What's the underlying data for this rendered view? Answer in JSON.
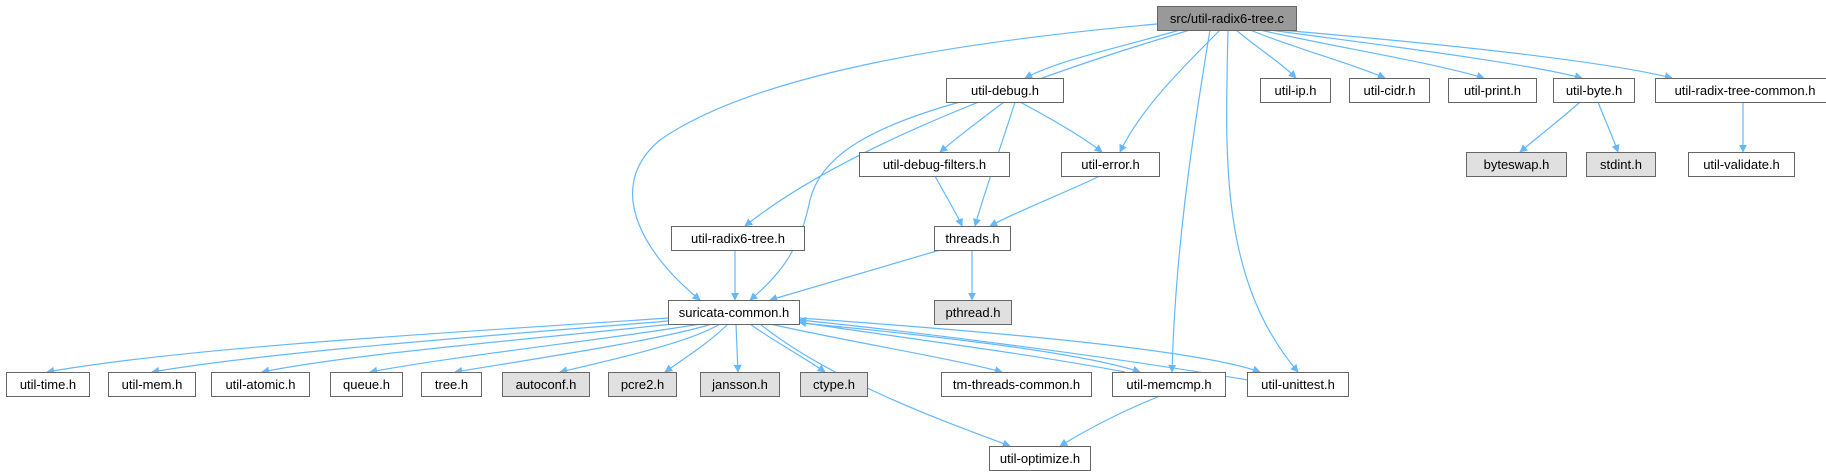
{
  "graph": {
    "colors": {
      "edge": "#63b8ff",
      "node_fill": "#ffffff",
      "root_fill": "#999999",
      "external_fill": "#e0e0e0",
      "node_border": "#666666"
    },
    "nodes": {
      "root": {
        "label": "src/util-radix6-tree.c",
        "kind": "root"
      },
      "util_debug": {
        "label": "util-debug.h",
        "kind": "file"
      },
      "util_ip": {
        "label": "util-ip.h",
        "kind": "file"
      },
      "util_cidr": {
        "label": "util-cidr.h",
        "kind": "file"
      },
      "util_print": {
        "label": "util-print.h",
        "kind": "file"
      },
      "util_byte": {
        "label": "util-byte.h",
        "kind": "file"
      },
      "util_radix_common": {
        "label": "util-radix-tree-common.h",
        "kind": "file"
      },
      "util_debug_filters": {
        "label": "util-debug-filters.h",
        "kind": "file"
      },
      "util_error": {
        "label": "util-error.h",
        "kind": "file"
      },
      "byteswap": {
        "label": "byteswap.h",
        "kind": "external"
      },
      "stdint": {
        "label": "stdint.h",
        "kind": "external"
      },
      "util_validate": {
        "label": "util-validate.h",
        "kind": "file"
      },
      "util_radix6": {
        "label": "util-radix6-tree.h",
        "kind": "file"
      },
      "threads": {
        "label": "threads.h",
        "kind": "file"
      },
      "suricata_common": {
        "label": "suricata-common.h",
        "kind": "file"
      },
      "pthread": {
        "label": "pthread.h",
        "kind": "external"
      },
      "util_time": {
        "label": "util-time.h",
        "kind": "file"
      },
      "util_mem": {
        "label": "util-mem.h",
        "kind": "file"
      },
      "util_atomic": {
        "label": "util-atomic.h",
        "kind": "file"
      },
      "queue": {
        "label": "queue.h",
        "kind": "file"
      },
      "tree": {
        "label": "tree.h",
        "kind": "file"
      },
      "autoconf": {
        "label": "autoconf.h",
        "kind": "external"
      },
      "pcre2": {
        "label": "pcre2.h",
        "kind": "external"
      },
      "jansson": {
        "label": "jansson.h",
        "kind": "external"
      },
      "ctype": {
        "label": "ctype.h",
        "kind": "external"
      },
      "tm_threads_common": {
        "label": "tm-threads-common.h",
        "kind": "file"
      },
      "util_memcmp": {
        "label": "util-memcmp.h",
        "kind": "file"
      },
      "util_unittest": {
        "label": "util-unittest.h",
        "kind": "file"
      },
      "util_optimize": {
        "label": "util-optimize.h",
        "kind": "file"
      }
    },
    "edges": [
      [
        "root",
        "util_debug"
      ],
      [
        "root",
        "util_ip"
      ],
      [
        "root",
        "util_cidr"
      ],
      [
        "root",
        "util_print"
      ],
      [
        "root",
        "util_byte"
      ],
      [
        "root",
        "util_radix_common"
      ],
      [
        "root",
        "util_error"
      ],
      [
        "root",
        "util_radix6"
      ],
      [
        "root",
        "suricata_common"
      ],
      [
        "root",
        "util_memcmp"
      ],
      [
        "root",
        "util_unittest"
      ],
      [
        "util_debug",
        "util_debug_filters"
      ],
      [
        "util_debug",
        "util_error"
      ],
      [
        "util_debug",
        "threads"
      ],
      [
        "util_debug",
        "suricata_common"
      ],
      [
        "util_byte",
        "byteswap"
      ],
      [
        "util_byte",
        "stdint"
      ],
      [
        "util_radix_common",
        "util_validate"
      ],
      [
        "util_debug_filters",
        "threads"
      ],
      [
        "util_error",
        "threads"
      ],
      [
        "util_radix6",
        "suricata_common"
      ],
      [
        "threads",
        "suricata_common"
      ],
      [
        "threads",
        "pthread"
      ],
      [
        "suricata_common",
        "util_time"
      ],
      [
        "suricata_common",
        "util_mem"
      ],
      [
        "suricata_common",
        "util_atomic"
      ],
      [
        "suricata_common",
        "queue"
      ],
      [
        "suricata_common",
        "tree"
      ],
      [
        "suricata_common",
        "autoconf"
      ],
      [
        "suricata_common",
        "pcre2"
      ],
      [
        "suricata_common",
        "jansson"
      ],
      [
        "suricata_common",
        "ctype"
      ],
      [
        "suricata_common",
        "tm_threads_common"
      ],
      [
        "suricata_common",
        "util_memcmp"
      ],
      [
        "suricata_common",
        "util_unittest"
      ],
      [
        "suricata_common",
        "util_optimize"
      ],
      [
        "util_memcmp",
        "suricata_common"
      ],
      [
        "util_memcmp",
        "util_optimize"
      ],
      [
        "util_unittest",
        "suricata_common"
      ]
    ]
  }
}
